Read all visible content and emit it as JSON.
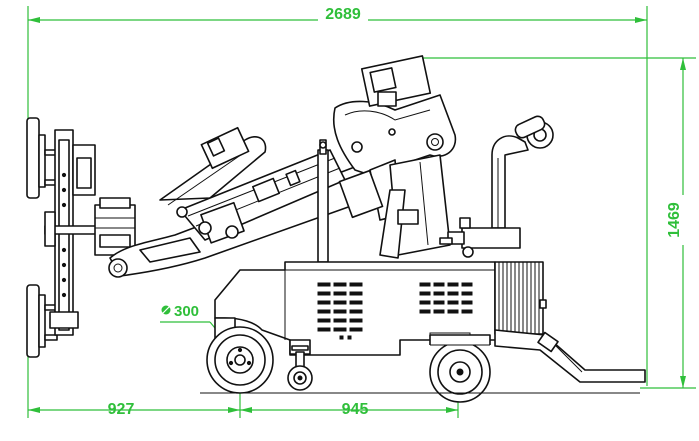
{
  "colors": {
    "dimension": "#2fbf3a",
    "outline": "#111111",
    "background": "#ffffff"
  },
  "dimensions": {
    "overall_length": "2689",
    "overall_height": "1469",
    "front_overhang": "927",
    "wheelbase": "945",
    "wheel_diameter": "300"
  },
  "symbols": {
    "diameter": "diameter-symbol"
  }
}
